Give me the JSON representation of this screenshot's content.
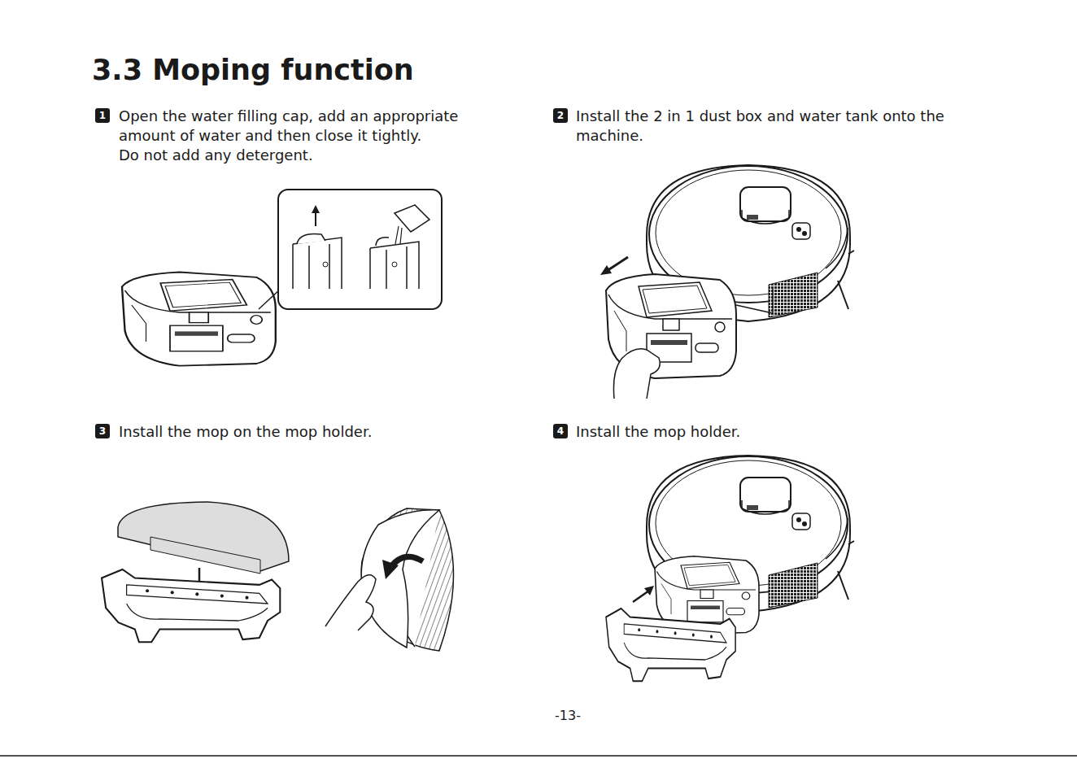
{
  "diagram": {
    "title": "3.3 Moping function",
    "nodes": [
      {
        "text": [
          "1"
        ]
      },
      {
        "text": [
          "2"
        ]
      },
      {
        "text": [
          "3"
        ]
      },
      {
        "text": [
          "4"
        ]
      }
    ],
    "labels": [
      "Open the water filling cap, add an appropriate amount of water and then close it tightly.",
      "Do not add any detergent.",
      "Install the 2 in 1 dust box and water tank onto the machine.",
      "Install the mop on the mop holder.",
      "Install the mop holder.",
      "-13-"
    ]
  }
}
